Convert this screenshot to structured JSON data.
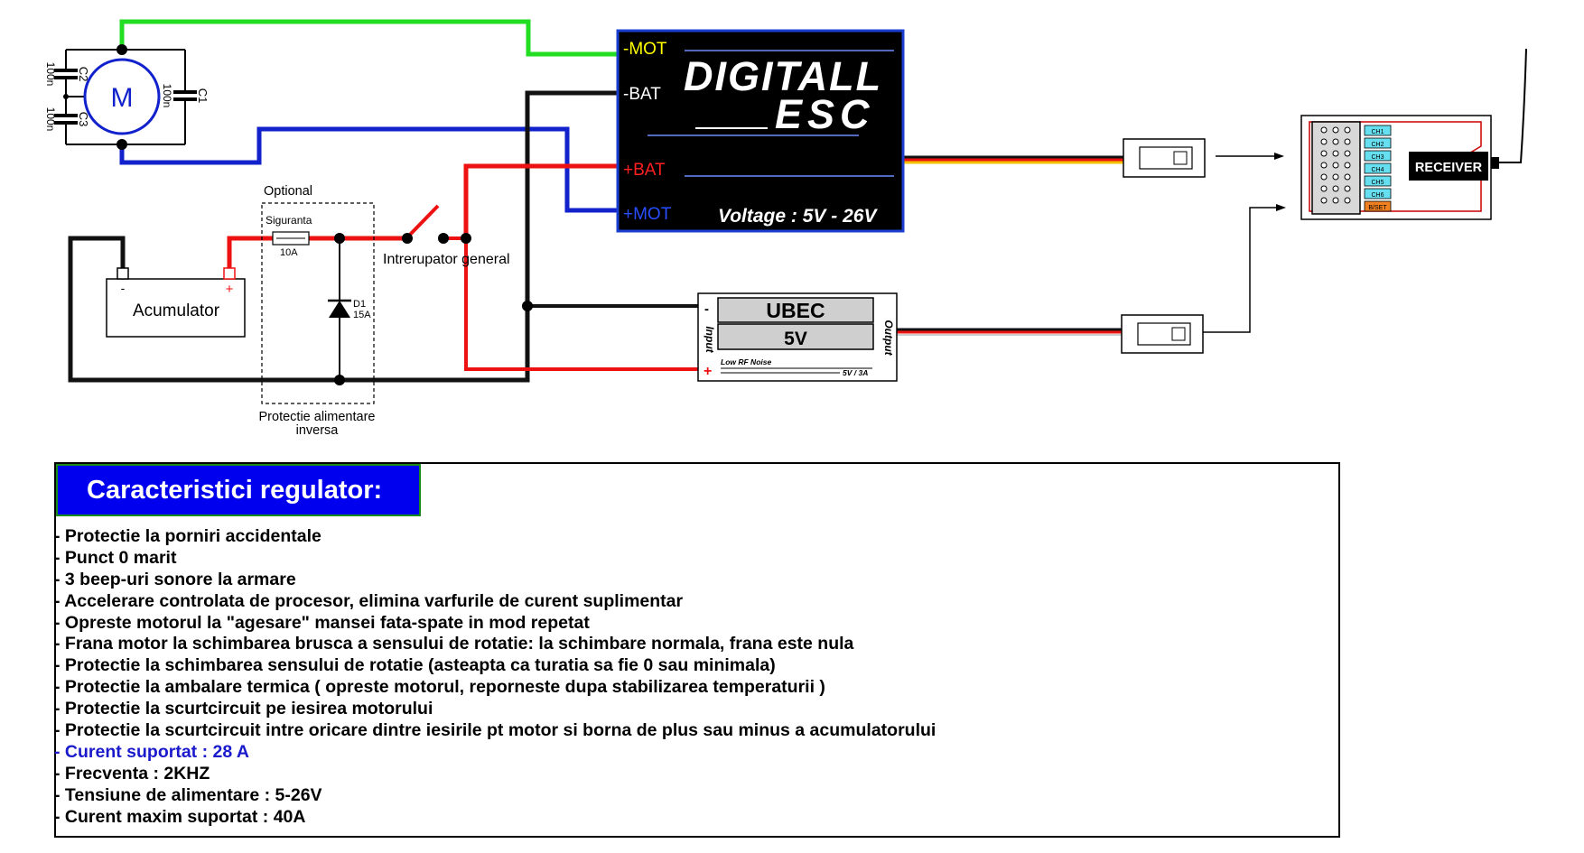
{
  "colors": {
    "green_wire": "#22dd22",
    "black_wire": "#111111",
    "red_wire": "#ee1111",
    "blue_wire": "#1122cc",
    "yellow_wire": "#f2c200",
    "esc_background": "#000000",
    "esc_border": "#1a3fd0",
    "mot_minus_label": "#ffff00",
    "bat_plus_label": "#ff2020",
    "mot_plus_label": "#2a4dff",
    "title_bar": "#0000ee",
    "highlight_text": "#1a1acc",
    "receiver_outline": "#cc0000",
    "receiver_channel": "#66e0f0"
  },
  "motor": {
    "label": "M",
    "c1_label": "C1",
    "c1_value": "100n",
    "c2_label": "C2",
    "c2_value": "100n",
    "c3_label": "C3",
    "c3_value": "100n"
  },
  "esc": {
    "title_line1": "DIGITALL",
    "title_line2": "ESC",
    "voltage": "Voltage : 5V - 26V",
    "pin_mot_minus": "-MOT",
    "pin_bat_minus": "-BAT",
    "pin_bat_plus": "+BAT",
    "pin_mot_plus": "+MOT"
  },
  "battery": {
    "label": "Acumulator",
    "minus": "-",
    "plus": "+"
  },
  "protection": {
    "optional_label": "Optional",
    "fuse_label": "Siguranta",
    "fuse_value": "10A",
    "diode_label": "D1",
    "diode_value": "15A",
    "caption_line1": "Protectie alimentare",
    "caption_line2": "inversa"
  },
  "switch": {
    "label": "Intrerupator general"
  },
  "ubec": {
    "title": "UBEC",
    "voltage": "5V",
    "input_label": "Input",
    "output_label": "Output",
    "noise_label": "Low RF Noise",
    "rating": "5V / 3A",
    "minus": "-",
    "plus": "+"
  },
  "receiver": {
    "label": "RECEIVER",
    "channels": [
      "CH1",
      "CH2",
      "CH3",
      "CH4",
      "CH5",
      "CH6",
      "B/SET"
    ]
  },
  "specs": {
    "title": "Caracteristici regulator:",
    "items": [
      "- Protectie la porniri accidentale",
      "- Punct 0 marit",
      "- 3 beep-uri sonore la armare",
      "- Accelerare controlata de procesor, elimina varfurile de curent suplimentar",
      "- Opreste motorul la \"agesare\" mansei fata-spate in mod repetat",
      "- Frana motor la schimbarea brusca a sensului de rotatie: la schimbare normala, frana este nula",
      "- Protectie la schimbarea sensului de rotatie (asteapta ca turatia sa fie 0 sau minimala)",
      "- Protectie la ambalare termica ( opreste motorul, reporneste dupa stabilizarea temperaturii )",
      "- Protectie la scurtcircuit pe iesirea motorului",
      "- Protectie la scurtcircuit intre oricare dintre iesirile pt motor si borna de plus sau minus a acumulatorului",
      "- Curent suportat : 28 A",
      "- Frecventa : 2KHZ",
      "- Tensiune de alimentare : 5-26V",
      "- Curent maxim suportat : 40A"
    ],
    "highlighted_index": 10
  }
}
